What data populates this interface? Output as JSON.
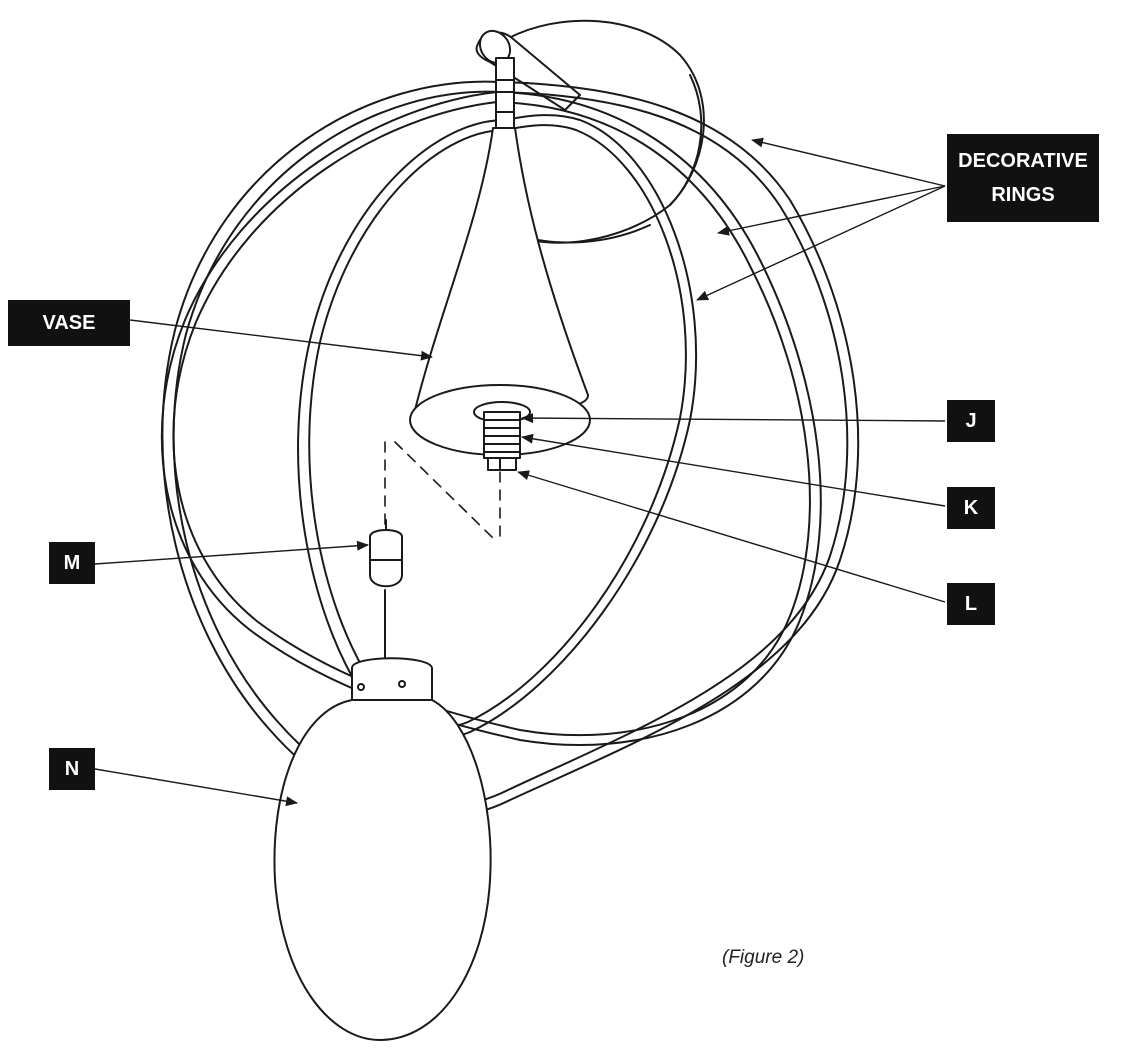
{
  "figure": {
    "caption": "(Figure 2)"
  },
  "labels": {
    "decorative_rings": [
      "DECORATIVE",
      "RINGS"
    ],
    "vase": "VASE",
    "j": "J",
    "k": "K",
    "l": "L",
    "m": "M",
    "n": "N"
  },
  "colors": {
    "label_background": "#111111",
    "label_text": "#ffffff",
    "line": "#1a1a1a"
  }
}
